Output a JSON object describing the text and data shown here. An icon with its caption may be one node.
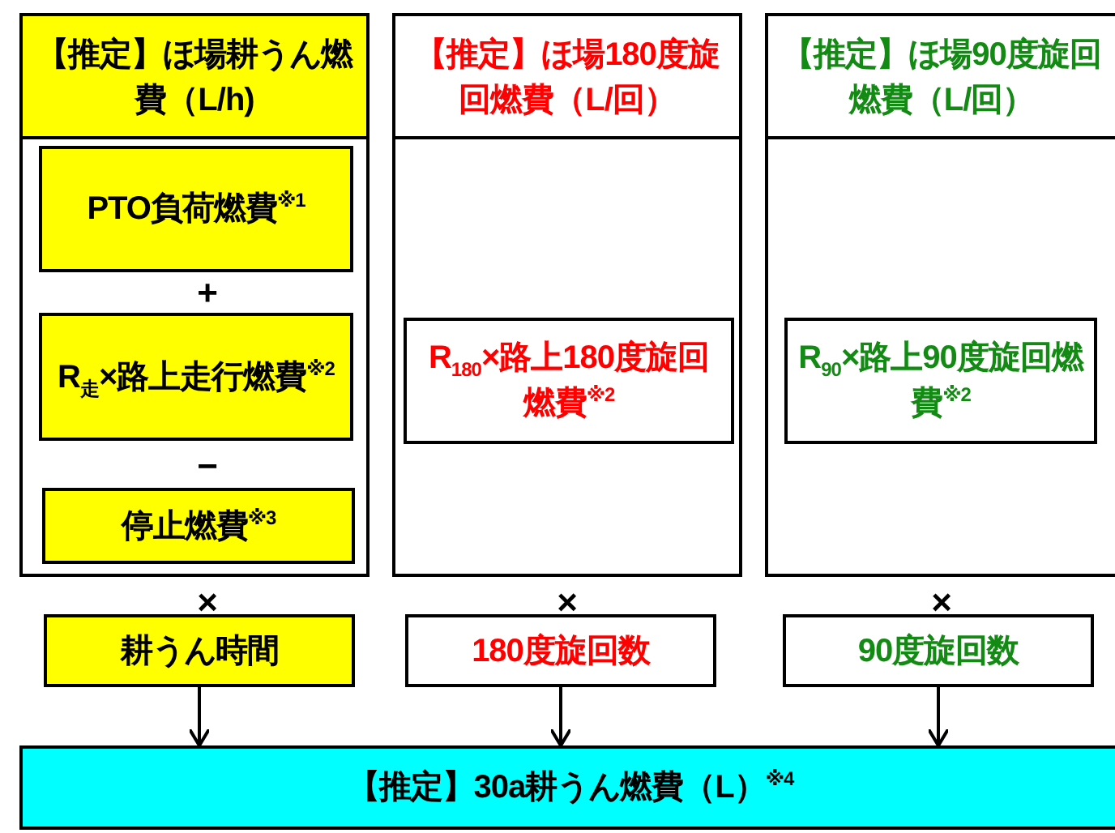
{
  "diagram": {
    "nodes": [
      {
        "text": [
          "【推定】ほ場耕うん燃費（L/h)"
        ]
      },
      {
        "text": [
          "PTO負荷燃費$^{※1}$"
        ],
        "in": 0
      },
      {
        "text": [
          "R$_{走}$×路上走行燃費$^{※2}$"
        ],
        "in": 0
      },
      {
        "text": [
          "停止燃費$^{※3}$"
        ],
        "in": 0
      },
      {
        "text": [
          "【推定】ほ場180度旋回燃費（L/回）"
        ]
      },
      {
        "text": [
          "R$_{180}$×路上180度旋回燃費$^{※2}$"
        ],
        "in": 4
      },
      {
        "text": [
          "【推定】ほ場90度旋回燃費（L/回）"
        ]
      },
      {
        "text": [
          "R$_{90}$×路上90度旋回燃費$^{※2}$"
        ],
        "in": 6
      },
      {
        "text": [
          "耕うん時間"
        ]
      },
      {
        "text": [
          "180度旋回数"
        ]
      },
      {
        "text": [
          "90度旋回数"
        ]
      },
      {
        "text": [
          "【推定】30a耕うん燃費（L）$^{※4}$"
        ]
      }
    ],
    "edges": [
      {
        "from": 8,
        "to": 11,
        "arrow": "to"
      },
      {
        "from": 9,
        "to": 11,
        "arrow": "to"
      },
      {
        "from": 10,
        "to": 11,
        "arrow": "to"
      }
    ],
    "labels": [
      "+",
      "−",
      "×",
      "×",
      "×"
    ]
  }
}
